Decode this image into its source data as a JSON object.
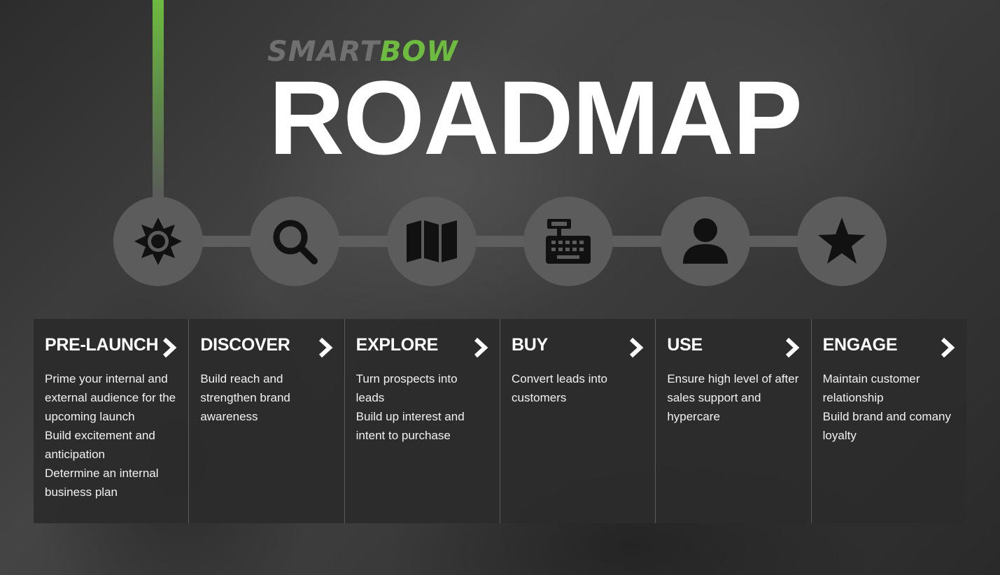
{
  "logo": {
    "part1": "SMART",
    "part2": "BOW"
  },
  "title": "ROADMAP",
  "colors": {
    "accent": "#6dbb3f",
    "circle": "#5c5c5c",
    "panel": "#2c2c2c",
    "text": "#ffffff"
  },
  "stages": [
    {
      "icon": "sun-icon",
      "title": "PRE-LAUNCH",
      "lines": [
        "Prime your internal and external audience for the upcoming launch",
        "Build excitement and anticipation",
        "Determine an internal business plan"
      ]
    },
    {
      "icon": "magnifier-icon",
      "title": "DISCOVER",
      "lines": [
        "Build reach and strengthen brand awareness"
      ]
    },
    {
      "icon": "map-icon",
      "title": "EXPLORE",
      "lines": [
        "Turn prospects into leads",
        "Build up interest and intent to purchase"
      ]
    },
    {
      "icon": "cash-register-icon",
      "title": "BUY",
      "lines": [
        "Convert leads into customers"
      ]
    },
    {
      "icon": "user-icon",
      "title": "USE",
      "lines": [
        "Ensure high level of after sales support and hypercare"
      ]
    },
    {
      "icon": "star-icon",
      "title": "ENGAGE",
      "lines": [
        "Maintain customer relationship",
        "Build brand and comany loyalty"
      ]
    }
  ]
}
